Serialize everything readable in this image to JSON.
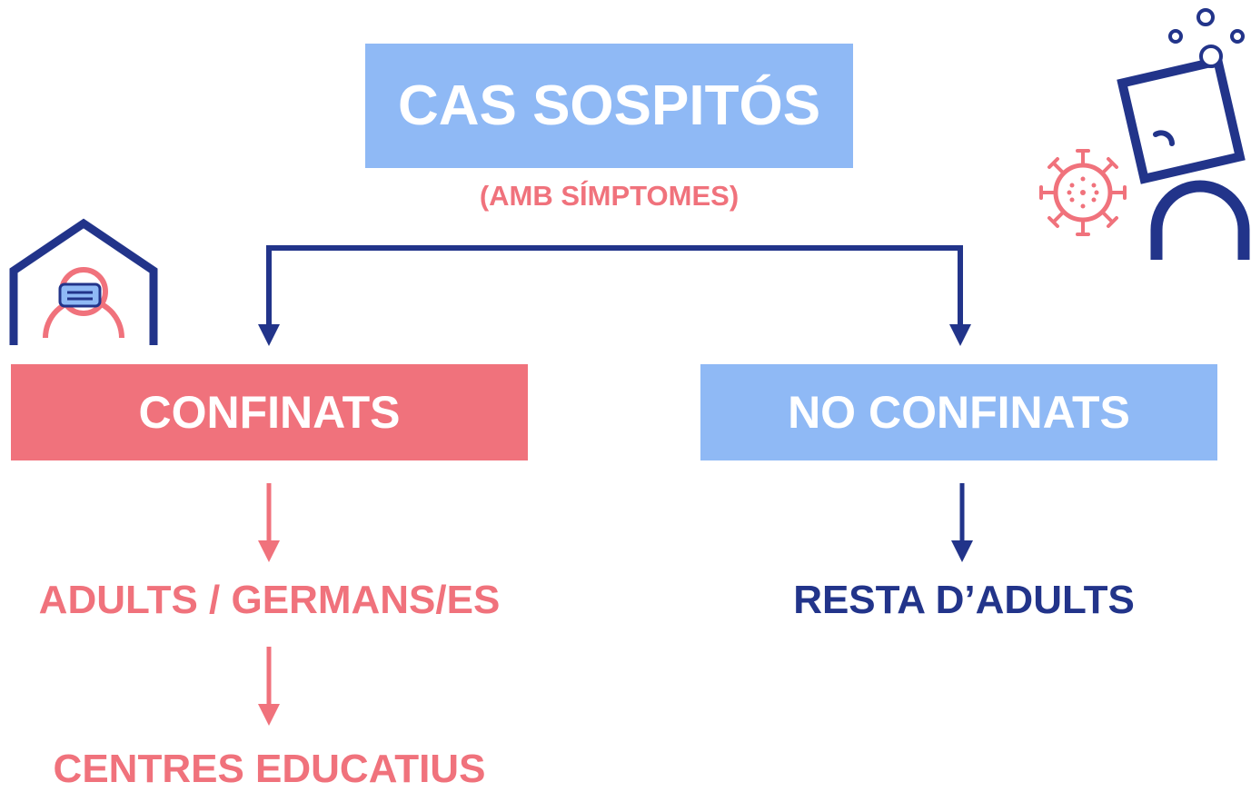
{
  "diagram": {
    "title": "CAS SOSPITÓS",
    "subtitle": "(AMB SÍMPTOMES)",
    "left_branch": {
      "label": "CONFINATS",
      "steps": [
        "ADULTS / GERMANS/ES",
        "CENTRES EDUCATIUS"
      ]
    },
    "right_branch": {
      "label": "NO CONFINATS",
      "steps": [
        "RESTA D’ADULTS"
      ]
    }
  },
  "colors": {
    "accent_blue": "#8fb9f5",
    "accent_pink": "#f0727c",
    "navy": "#22348a"
  },
  "icons": [
    "home-quarantine-icon",
    "person-thermometer-icon",
    "virus-icon"
  ]
}
